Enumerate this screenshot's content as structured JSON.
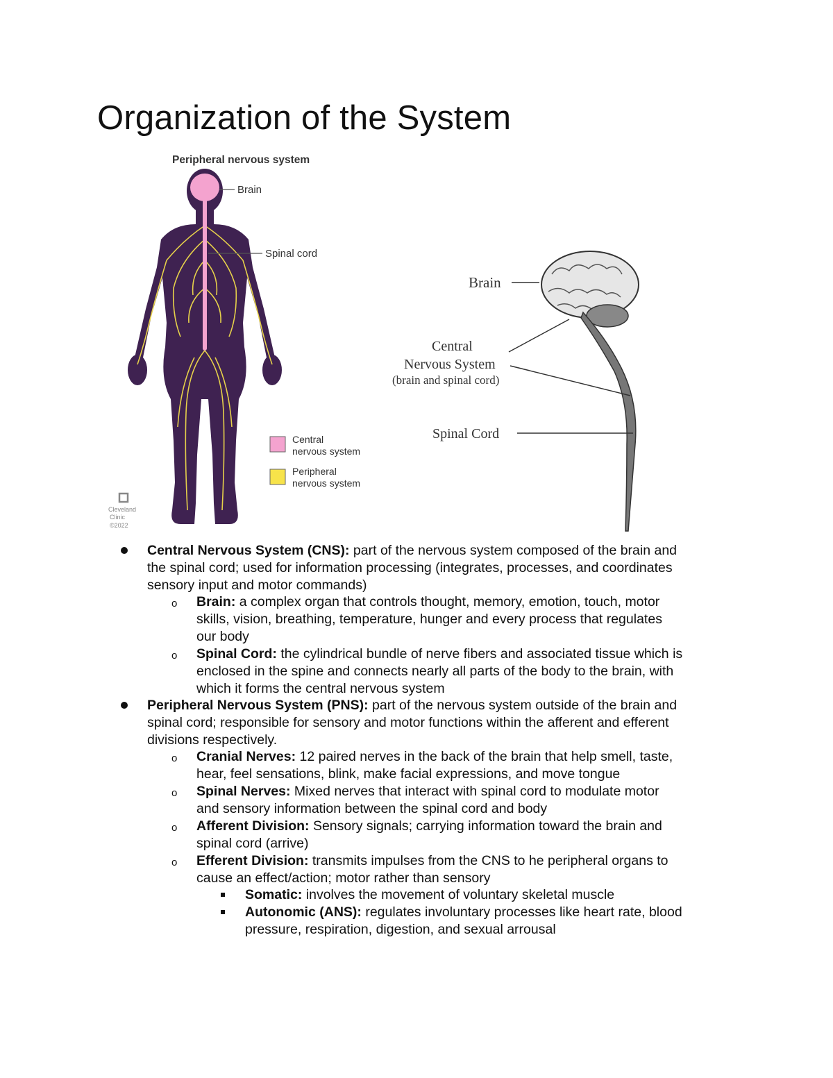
{
  "title": "Organization of the System",
  "figure_left": {
    "heading": "Peripheral nervous system",
    "label_brain": "Brain",
    "label_spinal": "Spinal cord",
    "legend": [
      {
        "line1": "Central",
        "line2": "nervous system",
        "color": "#f4a3cf"
      },
      {
        "line1": "Peripheral",
        "line2": "nervous system",
        "color": "#f7e34a"
      }
    ],
    "body_color": "#3f2251",
    "logo": {
      "line1": "Cleveland",
      "line2": "Clinic",
      "line3": "©2022"
    }
  },
  "figure_right": {
    "label_brain": "Brain",
    "label_cns_1": "Central",
    "label_cns_2": "Nervous System",
    "label_cns_3": "(brain and spinal cord)",
    "label_spinal": "Spinal Cord"
  },
  "items": [
    {
      "level": 1,
      "term": "Central Nervous System (CNS):",
      "lines": [
        "part of the nervous system composed of the brain and",
        "the spinal cord; used for information processing (integrates, processes, and coordinates",
        "sensory input and motor commands)"
      ]
    },
    {
      "level": 2,
      "term": "Brain:",
      "lines": [
        "a complex organ that controls thought, memory, emotion, touch, motor",
        "skills, vision, breathing, temperature, hunger and every process that regulates",
        "our body"
      ]
    },
    {
      "level": 2,
      "term": "Spinal Cord:",
      "lines": [
        "the cylindrical bundle of nerve fibers and associated tissue which is",
        "enclosed in the spine and connects nearly all parts of the body to the brain, with",
        "which it forms the central nervous system"
      ]
    },
    {
      "level": 1,
      "term": "Peripheral Nervous System (PNS):",
      "lines": [
        "part of the nervous system outside of the brain and",
        "spinal cord; responsible for sensory and motor functions within the afferent and efferent",
        "divisions respectively."
      ]
    },
    {
      "level": 2,
      "term": "Cranial Nerves:",
      "lines": [
        "12 paired nerves in the back of the brain that help smell, taste,",
        "hear, feel sensations, blink, make facial expressions, and move tongue"
      ]
    },
    {
      "level": 2,
      "term": "Spinal Nerves:",
      "lines": [
        "Mixed nerves that interact with spinal cord to modulate motor",
        "and sensory information between the spinal cord and body"
      ]
    },
    {
      "level": 2,
      "term": "Afferent Division:",
      "lines": [
        "Sensory signals; carrying information toward the brain and",
        "spinal cord (arrive)"
      ]
    },
    {
      "level": 2,
      "term": "Efferent Division:",
      "lines": [
        "transmits impulses from the CNS to he peripheral organs to",
        "cause an effect/action; motor rather than sensory"
      ]
    },
    {
      "level": 3,
      "term": "Somatic:",
      "lines": [
        "involves the movement of voluntary skeletal muscle"
      ]
    },
    {
      "level": 3,
      "term": "Autonomic (ANS):",
      "lines": [
        "regulates involuntary processes like heart rate, blood",
        "pressure, respiration, digestion, and sexual arrousal"
      ]
    }
  ]
}
